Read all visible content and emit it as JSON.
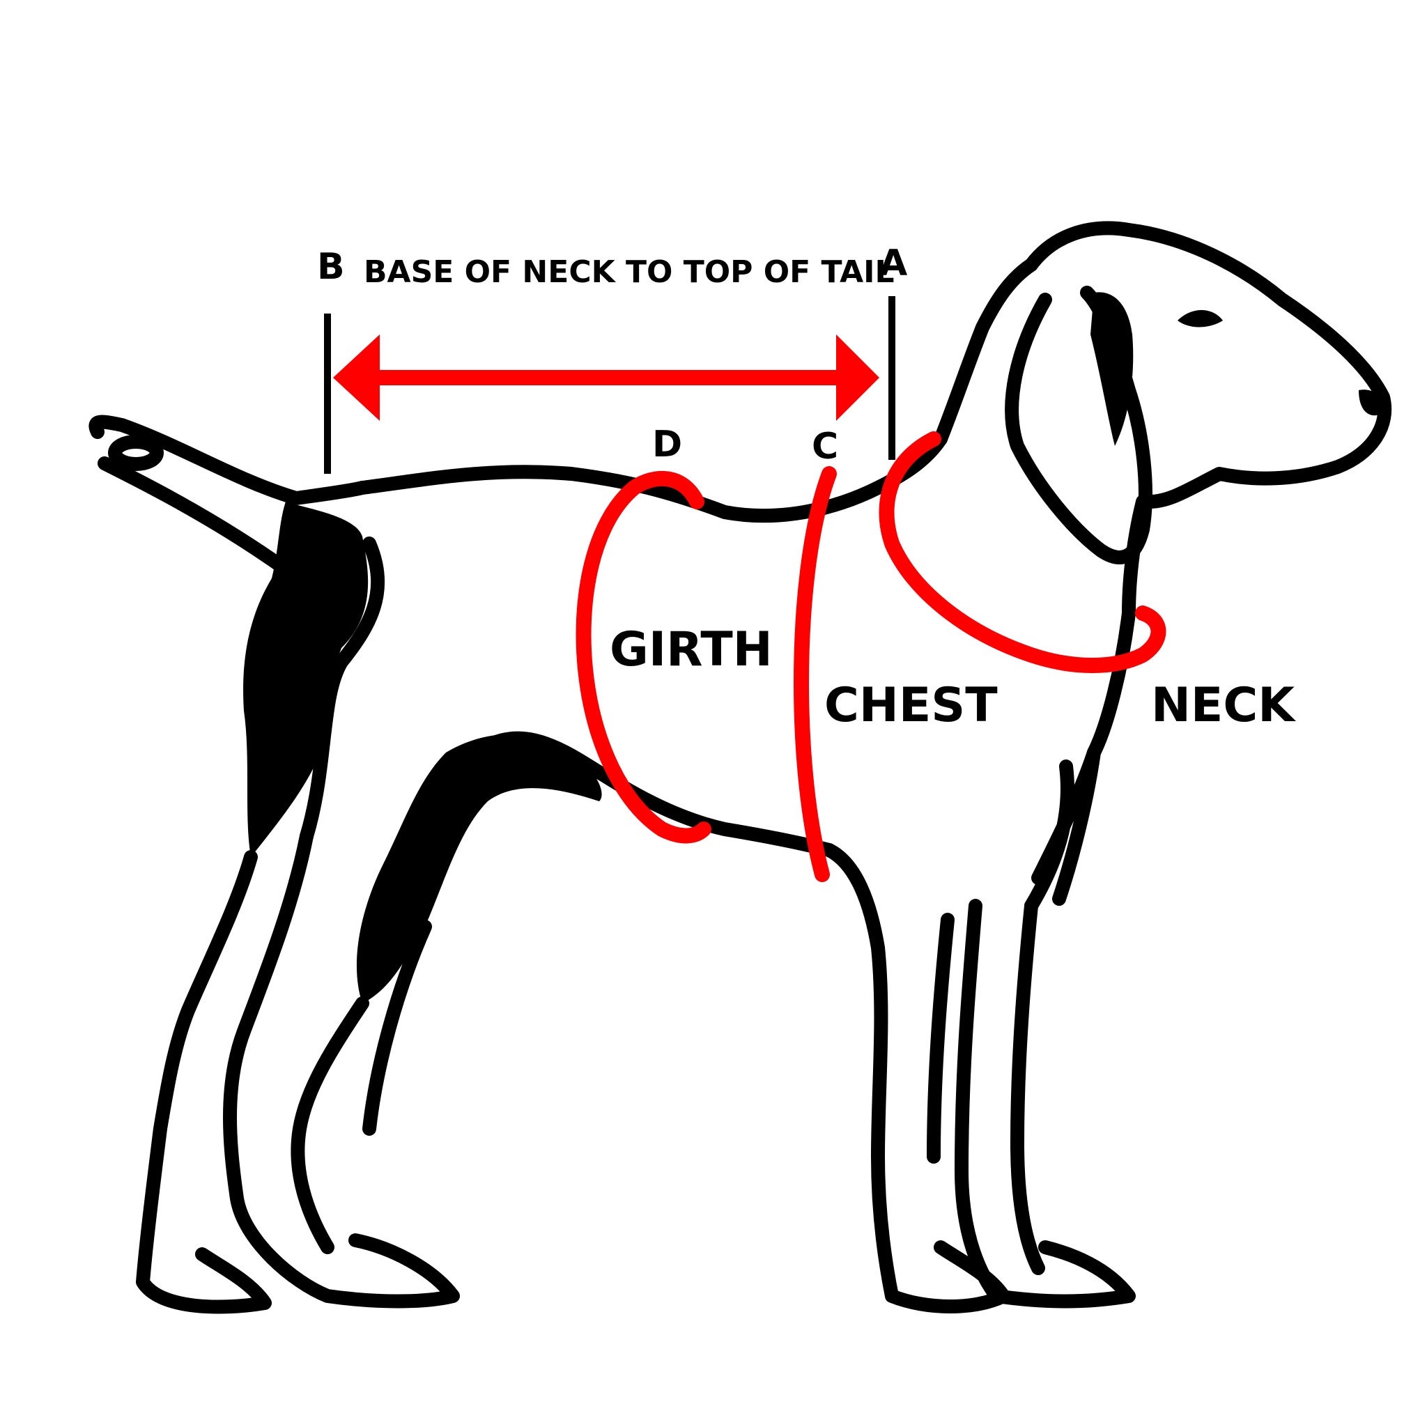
{
  "colors": {
    "outline": "#000000",
    "measure": "#ff0000",
    "background": "#ffffff"
  },
  "labels": {
    "point_a": "A",
    "point_b": "B",
    "point_c": "C",
    "point_d": "D",
    "back_length": "BASE OF NECK TO TOP OF TAIL",
    "girth": "GIRTH",
    "chest": "CHEST",
    "neck": "NECK"
  }
}
